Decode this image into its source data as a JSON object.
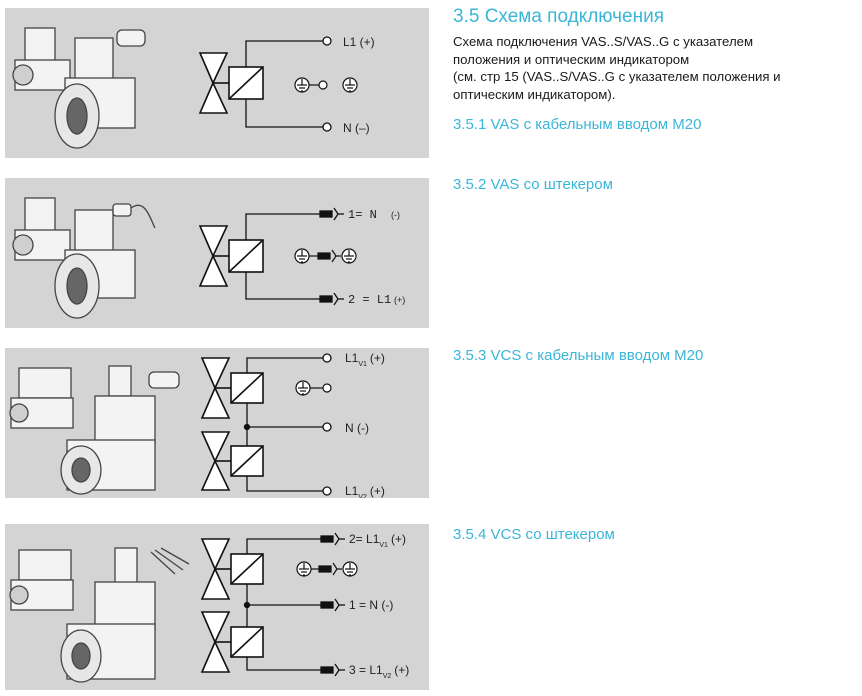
{
  "section": {
    "title": "3.5 Схема подключения",
    "description_lines": [
      "Схема подключения VAS..S/VAS..G с указателем",
      "положения и оптическим индикатором",
      "(см. стр 15 (VAS..S/VAS..G с указателем положения и",
      "оптическим индикатором)."
    ]
  },
  "subsections": [
    {
      "title": "3.5.1 VAS с кабельным вводом M20"
    },
    {
      "title": "3.5.2 VAS со штекером"
    },
    {
      "title": "3.5.3 VCS с кабельным вводом M20"
    },
    {
      "title": "3.5.4 VCS со штекером"
    }
  ],
  "diagrams": {
    "d1": {
      "l1": "L1 (+)",
      "n": "N (–)"
    },
    "d2": {
      "pin1": "1= N",
      "pin1_sign": "(-)",
      "pin2": "2 = L1",
      "pin2_sign": "(+)"
    },
    "d3": {
      "l1": "L1",
      "l1_sub": "V1",
      "l1_sign": "(+)",
      "n": "N (-)",
      "l2": "L1",
      "l2_sub": "V2",
      "l2_sign": "(+)"
    },
    "d4": {
      "p2_pre": "2= L1",
      "p2_sub": "V1",
      "p2_sign": "(+)",
      "p1": "1 = N (-)",
      "p3_pre": "3 = L1",
      "p3_sub": "V2",
      "p3_sign": "(+)"
    }
  },
  "colors": {
    "accent": "#3ab6d9",
    "panel": "#d4d4d4",
    "ink": "#1a1a1a"
  },
  "icons": [
    "ground-symbol-icon",
    "plug-pin-icon",
    "solenoid-valve-icon",
    "terminal-circle-icon"
  ]
}
